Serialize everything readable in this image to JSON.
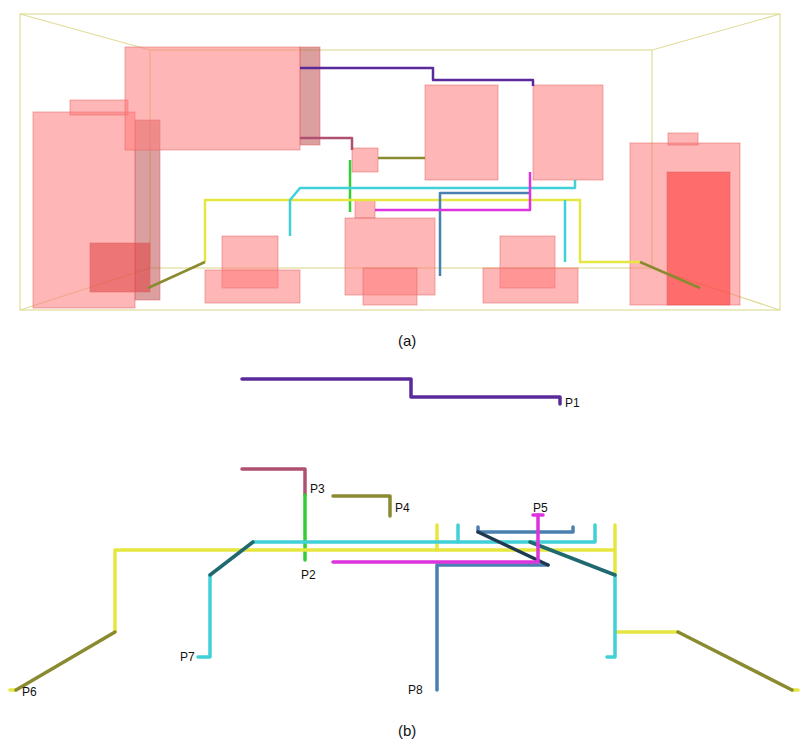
{
  "diagram": {
    "labels": [
      "(a)",
      "P1",
      "P3",
      "P4",
      "P5",
      "P2",
      "P7",
      "P6",
      "P8",
      "(b)"
    ]
  }
}
